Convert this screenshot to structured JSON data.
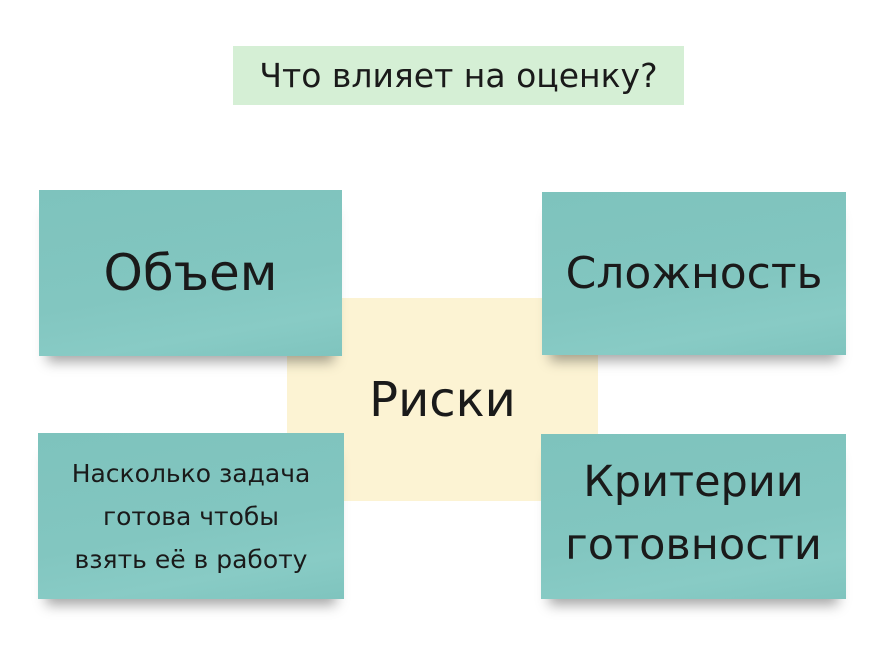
{
  "title": "Что влияет на оценку?",
  "center_note": {
    "label": "Риски",
    "color": "#fcf3d3"
  },
  "notes": [
    {
      "label": "Объем",
      "color": "#80c4be"
    },
    {
      "label": "Сложность",
      "color": "#80c4be"
    },
    {
      "label": "Насколько задача готова чтобы взять её в работу",
      "lines": [
        "Насколько задача",
        "готова чтобы",
        "взять её в работу"
      ],
      "color": "#80c4be"
    },
    {
      "label": "Критерии готовности",
      "lines": [
        "Критерии",
        "готовности"
      ],
      "color": "#80c4be"
    }
  ],
  "title_background": "#d5efd5"
}
